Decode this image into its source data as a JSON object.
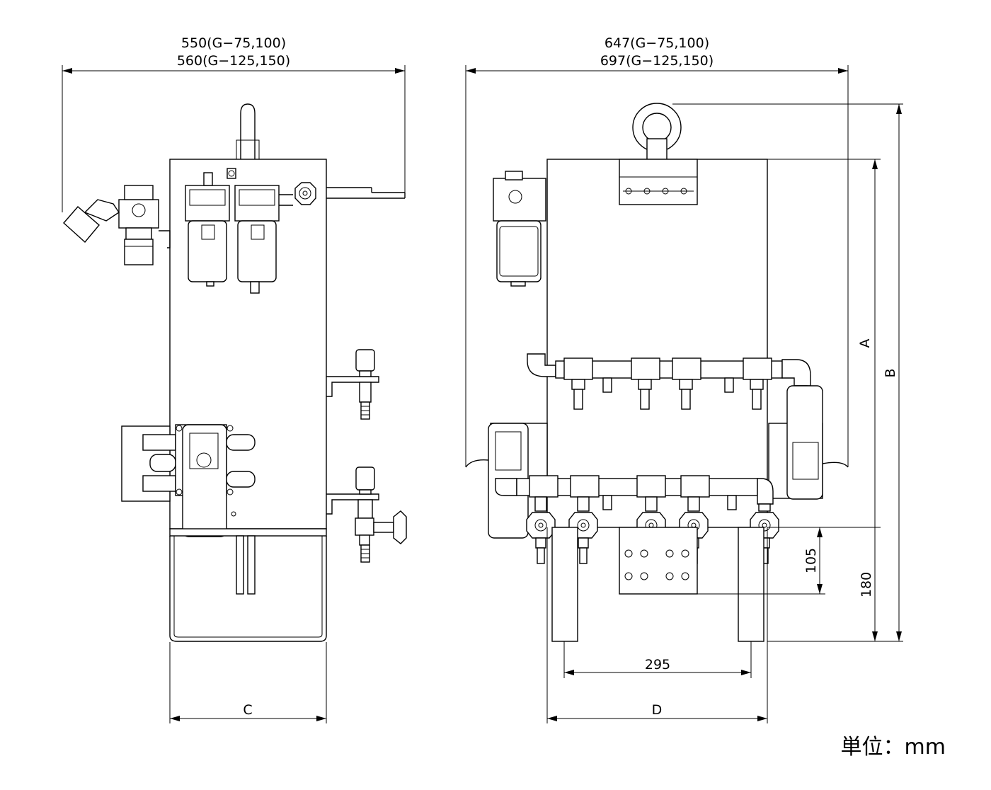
{
  "dimensions": {
    "left_width_line1": "550(G−75,100)",
    "left_width_line2": "560(G−125,150)",
    "right_width_line1": "647(G−75,100)",
    "right_width_line2": "697(G−125,150)",
    "label_C": "C",
    "label_D": "D",
    "label_A": "A",
    "label_B": "B",
    "leg_spacing": "295",
    "manifold_height": "105",
    "base_height": "180"
  },
  "unit_label": "単位：mm"
}
